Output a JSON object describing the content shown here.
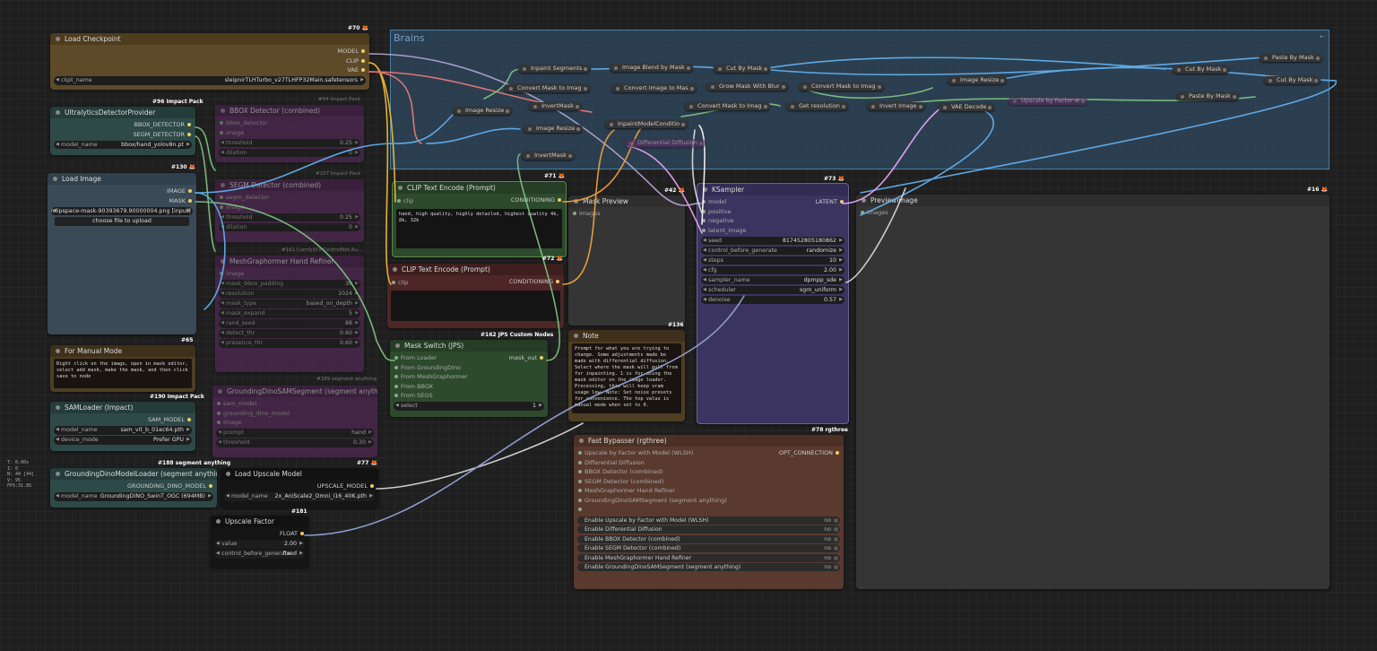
{
  "groups": {
    "brains": "Brains"
  },
  "tags": {
    "t70": "#70 🦊",
    "t96": "#96 Impact Pack",
    "t130": "#130 🦊",
    "t65": "#65",
    "t190": "#190 Impact Pack",
    "t188": "#188 segment anything",
    "t77": "#77 🦊",
    "t181": "#181",
    "t71": "#71 🦊",
    "t72": "#72 🦊",
    "t162": "#162 JPS Custom Nodes",
    "t42": "#42 🦊",
    "t136": "#136",
    "t73": "#73 🦊",
    "t16": "#16 🦊",
    "t78": "#78 rgthree"
  },
  "subtitles": {
    "s94": "#94 Impact Pack",
    "s107": "#107 Impact Pack",
    "s161": "#161 ComfyUI's ControlNet Au...",
    "s189": "#189 segment anything"
  },
  "load_checkpoint": {
    "title": "Load Checkpoint",
    "outputs": [
      "MODEL",
      "CLIP",
      "VAE"
    ],
    "ckpt_key": "ckpt_name",
    "ckpt_val": "sleipnirTLHTurbo_v27TLHFP32Main.safetensors"
  },
  "ultralytics": {
    "title": "UltralyticsDetectorProvider",
    "outputs": [
      "BBOX_DETECTOR",
      "SEGM_DETECTOR"
    ],
    "model_key": "model_name",
    "model_val": "bbox/hand_yolov8n.pt"
  },
  "load_image": {
    "title": "Load Image",
    "outputs": [
      "IMAGE",
      "MASK"
    ],
    "image_val": "clipspace/clipspace-mask-90393679.90000004.png [input]",
    "upload_label": "choose file to upload"
  },
  "manual_mode": {
    "title": "For Manual Mode",
    "text": "Right click on the image, open in mask editor, select add mask, make the mask, and then click save to node"
  },
  "sam_loader": {
    "title": "SAMLoader (Impact)",
    "outputs": [
      "SAM_MODEL"
    ],
    "model_key": "model_name",
    "model_val": "sam_vit_b_01ec64.pth",
    "device_key": "device_mode",
    "device_val": "Prefer GPU"
  },
  "grounding_loader": {
    "title": "GroundingDinoModelLoader (segment anything)",
    "outputs": [
      "GROUNDING_DINO_MODEL"
    ],
    "model_key": "model_name",
    "model_val": "GroundingDINO_SwinT_OGC (694MB)"
  },
  "upscale_loader": {
    "title": "Load Upscale Model",
    "outputs": [
      "UPSCALE_MODEL"
    ],
    "model_key": "model_name",
    "model_val": "2x_AniScale2_Omni_i16_40K.pth"
  },
  "upscale_factor": {
    "title": "Upscale Factor",
    "outputs": [
      "FLOAT"
    ],
    "value_key": "value",
    "value_val": "2.00",
    "cbg_key": "control_before_generate",
    "cbg_val": "fixed"
  },
  "bypassed": {
    "bbox": {
      "title": "BBOX Detector (combined)",
      "rows": [
        "bbox_detector",
        "image",
        "threshold",
        "dilation"
      ],
      "vals": [
        "",
        "",
        "0.25",
        "0"
      ]
    },
    "segm": {
      "title": "SEGM Detector (combined)",
      "rows": [
        "segm_detector",
        "image",
        "threshold",
        "dilation"
      ],
      "vals": [
        "",
        "",
        "0.25",
        "0"
      ]
    },
    "mesh": {
      "title": "MeshGraphormer Hand Refiner",
      "rows": [
        "image",
        "mask_bbox_padding",
        "resolution",
        "mask_type",
        "mask_expand",
        "rand_seed",
        "detect_thr",
        "presence_thr"
      ],
      "vals": [
        "",
        "30",
        "1024",
        "based_on_depth",
        "5",
        "88",
        "0.60",
        "0.60"
      ]
    },
    "gsam": {
      "title": "GroundingDinoSAMSegment (segment anything)",
      "rows": [
        "sam_model",
        "grounding_dino_model",
        "image",
        "prompt",
        "threshold"
      ],
      "vals": [
        "",
        "",
        "",
        "hand",
        "0.30"
      ]
    }
  },
  "clip1": {
    "title": "CLIP Text Encode (Prompt)",
    "in": "clip",
    "out": "CONDITIONING",
    "text": "hand, high quality, highly detailed, highest quality 4k, 8k, 32k"
  },
  "clip2": {
    "title": "CLIP Text Encode (Prompt)",
    "in": "clip",
    "out": "CONDITIONING",
    "text": ""
  },
  "mask_switch": {
    "title": "Mask Switch (JPS)",
    "inputs": [
      "From Loader",
      "From GroundingDino",
      "From MeshGraphormer",
      "From BBOX",
      "From SEGS"
    ],
    "out": "mask_out",
    "select_key": "select",
    "select_val": "1"
  },
  "mask_preview": {
    "title": "Mask Preview",
    "in": "images"
  },
  "note": {
    "title": "Note",
    "text": "Prompt for what you are trying to change. Some adjustments made be made with differential diffusion. Select where the mask will pull from for inpainting. 1 is for using the mask editor on the image loader. Processing, this will keep vram usage low. Note: Set noise presets for convenience. The top value is manual mode when set to 0."
  },
  "ksampler": {
    "title": "KSampler",
    "inputs": [
      "model",
      "positive",
      "negative",
      "latent_image"
    ],
    "out": "LATENT",
    "widgets": [
      {
        "k": "seed",
        "v": "817452805180862"
      },
      {
        "k": "control_before_generate",
        "v": "randomize"
      },
      {
        "k": "steps",
        "v": "10"
      },
      {
        "k": "cfg",
        "v": "2.00"
      },
      {
        "k": "sampler_name",
        "v": "dpmpp_sde"
      },
      {
        "k": "scheduler",
        "v": "sgm_uniform"
      },
      {
        "k": "denoise",
        "v": "0.57"
      }
    ]
  },
  "preview_image": {
    "title": "PreviewImage",
    "in": "images"
  },
  "fast_bypasser": {
    "title": "Fast Bypasser (rgthree)",
    "inputs": [
      "Upscale by Factor with Model (WLSH)",
      "Differential Diffusion",
      "BBOX Detector (combined)",
      "SEGM Detector (combined)",
      "MeshGraphormer Hand Refiner",
      "GroundingDinoSAMSegment (segment anything)"
    ],
    "out": "OPT_CONNECTION",
    "toggles": [
      {
        "k": "Enable Upscale by Factor with Model (WLSH)",
        "v": "no"
      },
      {
        "k": "Enable Differential Diffusion",
        "v": "no"
      },
      {
        "k": "Enable BBOX Detector (combined)",
        "v": "no"
      },
      {
        "k": "Enable SEGM Detector (combined)",
        "v": "no"
      },
      {
        "k": "Enable MeshGraphormer Hand Refiner",
        "v": "no"
      },
      {
        "k": "Enable GroundingDinoSAMSegment (segment anything)",
        "v": "no"
      }
    ]
  },
  "brains_nodes": {
    "inpaint_segments": "Inpaint Segments",
    "image_blend_by_mask": "Image Blend by Mask",
    "cut_by_mask_1": "Cut By Mask",
    "cut_by_mask_2": "Cut By Mask",
    "cut_by_mask_3": "Cut By Mask",
    "paste_by_mask_1": "Paste By Mask",
    "paste_by_mask_2": "Paste By Mask",
    "convert_mask_1": "Convert Mask to Imag",
    "convert_image_to_mask": "Convert Image to Mas",
    "grow_mask": "Grow Mask With Blur",
    "convert_mask_2": "Convert Mask to Imag",
    "convert_mask_3": "Convert Mask to Imag",
    "image_resize_1": "Image Resize",
    "image_resize_2": "Image Resize",
    "image_resize_3": "Image Resize",
    "invert_mask_1": "InvertMask",
    "invert_mask_2": "InvertMask",
    "invert_image": "Invert Image",
    "get_resolution": "Get resolution",
    "vae_decode": "VAE Decode",
    "inpaint_model_cond": "InpaintModelConditio",
    "diff_diffusion": "Differential Diffusion",
    "upscale_by_factor": "Upscale by Factor w"
  },
  "stats": [
    "T: 0.00s",
    "I: 0",
    "N: 44 [44]",
    "V: 95",
    "FPS:31.85"
  ]
}
